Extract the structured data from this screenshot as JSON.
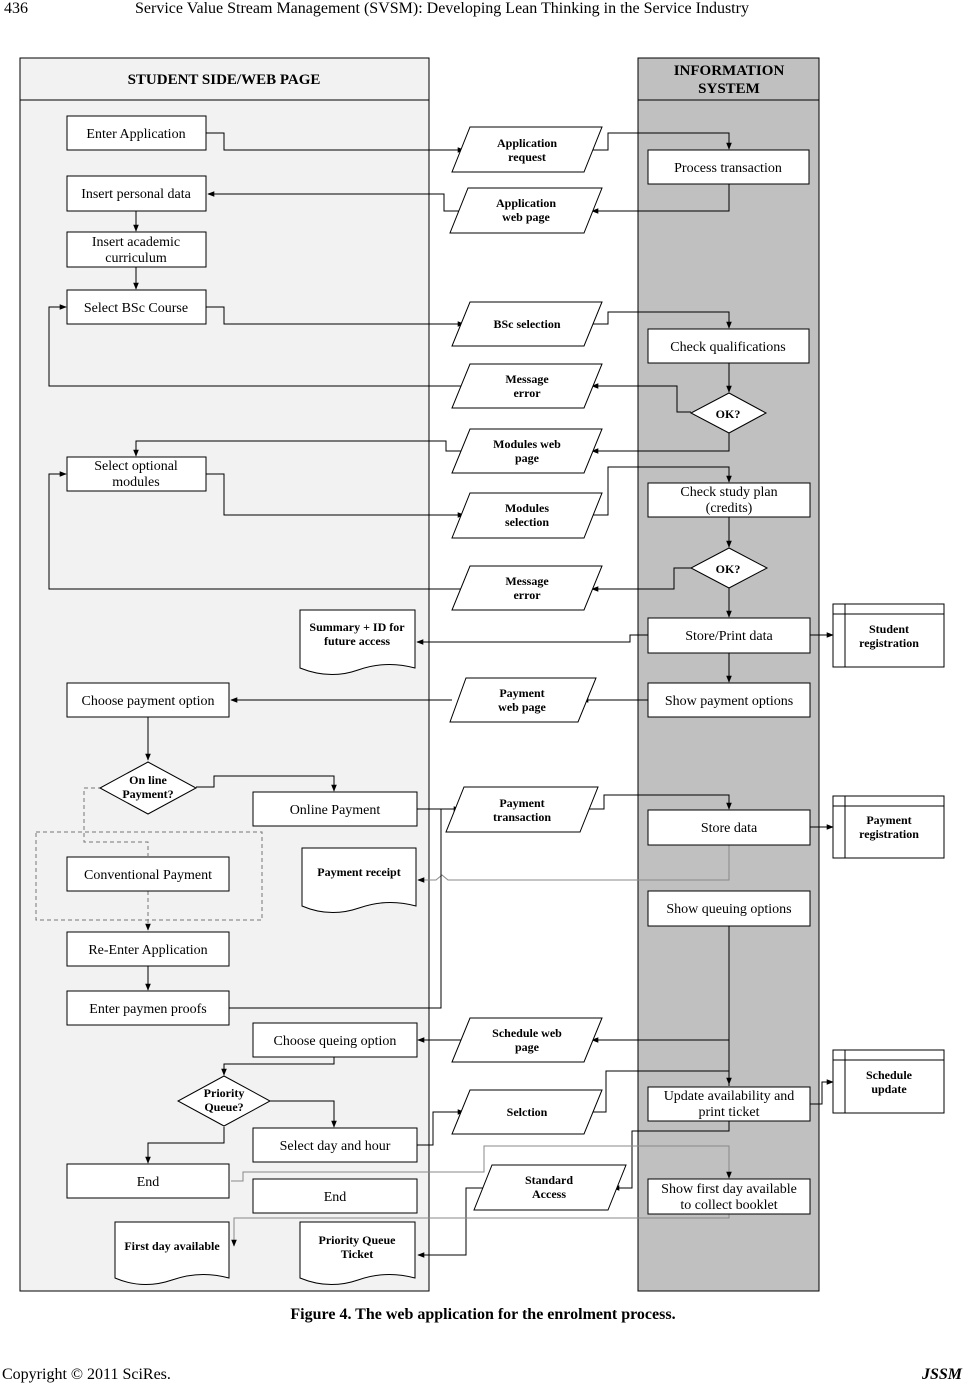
{
  "header": {
    "page_number": "436",
    "running_title": "Service Value Stream Management (SVSM): Developing Lean Thinking in the Service Industry"
  },
  "footer": {
    "copyright": "Copyright © 2011 SciRes.",
    "journal": "JSSM"
  },
  "caption": "Figure 4. The web application for the enrolment process.",
  "lanes": {
    "student": "STUDENT SIDE/WEB PAGE",
    "is_line1": "INFORMATION",
    "is_line2": "SYSTEM"
  },
  "student": {
    "enter_application": "Enter Application",
    "insert_personal": "Insert personal data",
    "insert_academic_1": "Insert academic",
    "insert_academic_2": "curriculum",
    "select_bsc": "Select BSc Course",
    "select_modules_1": "Select optional",
    "select_modules_2": "modules",
    "summary_1": "Summary + ID for",
    "summary_2": "future access",
    "choose_payment": "Choose payment option",
    "online_q_1": "On line",
    "online_q_2": "Payment?",
    "online_payment": "Online Payment",
    "conventional_payment": "Conventional Payment",
    "payment_receipt": "Payment receipt",
    "reenter_application": "Re-Enter Application",
    "enter_proofs": "Enter paymen proofs",
    "choose_queuing": "Choose queing option",
    "priority_q_1": "Priority",
    "priority_q_2": "Queue?",
    "select_day_hour": "Select day and hour",
    "end_1": "End",
    "end_2": "End",
    "first_day": "First day available",
    "priority_ticket_1": "Priority Queue",
    "priority_ticket_2": "Ticket"
  },
  "messages": {
    "app_request_1": "Application",
    "app_request_2": "request",
    "app_web_1": "Application",
    "app_web_2": "web page",
    "bsc_selection": "BSc selection",
    "msg_error1_1": "Message",
    "msg_error1_2": "error",
    "modules_web_1": "Modules web",
    "modules_web_2": "page",
    "modules_sel_1": "Modules",
    "modules_sel_2": "selection",
    "msg_error2_1": "Message",
    "msg_error2_2": "error",
    "payment_web_1": "Payment",
    "payment_web_2": "web page",
    "payment_tx_1": "Payment",
    "payment_tx_2": "transaction",
    "schedule_web_1": "Schedule web",
    "schedule_web_2": "page",
    "selection": "Selction",
    "standard_1": "Standard",
    "standard_2": "Access"
  },
  "system": {
    "process_tx": "Process transaction",
    "check_qual": "Check qualifications",
    "ok1": "OK?",
    "check_plan_1": "Check study plan",
    "check_plan_2": "(credits)",
    "ok2": "OK?",
    "store_print": "Store/Print data",
    "show_payment": "Show payment options",
    "store_data": "Store data",
    "show_queuing": "Show queuing options",
    "update_1": "Update availability and",
    "update_2": "print ticket",
    "show_first_1": "Show first day available",
    "show_first_2": "to collect booklet"
  },
  "stores": {
    "student_reg_1": "Student",
    "student_reg_2": "registration",
    "payment_reg_1": "Payment",
    "payment_reg_2": "registration",
    "schedule_1": "Schedule",
    "schedule_2": "update"
  }
}
